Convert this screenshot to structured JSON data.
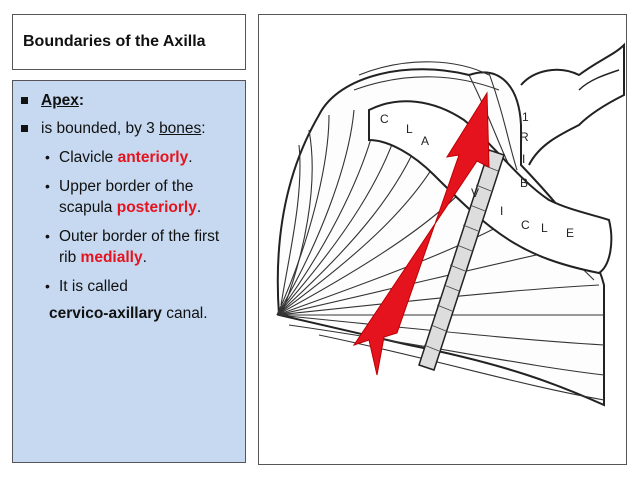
{
  "title": "Boundaries of the Axilla",
  "bullets": {
    "apex_label": "Apex",
    "apex_colon": ":",
    "bounded_pre": "is bounded, by 3 ",
    "bounded_word": "bones",
    "bounded_post": ":"
  },
  "sub_items": [
    {
      "pre": "Clavicle ",
      "em": "anteriorly",
      "post": "."
    },
    {
      "pre": "Upper border of the scapula ",
      "em": "posteriorly",
      "post": "."
    },
    {
      "pre": "Outer border of the first rib ",
      "em": "medially",
      "post": "."
    }
  ],
  "called": {
    "line": "It is called",
    "bold": "cervico-axillary",
    "rest": " canal."
  },
  "figure_labels": {
    "clavicle": [
      "C",
      "L",
      "A",
      "V",
      "I",
      "C",
      "L",
      "E"
    ],
    "rib": [
      "1",
      "R",
      "I",
      "B"
    ]
  },
  "colors": {
    "accent_red": "#e5131d",
    "panel_blue": "#c6d9f1"
  }
}
